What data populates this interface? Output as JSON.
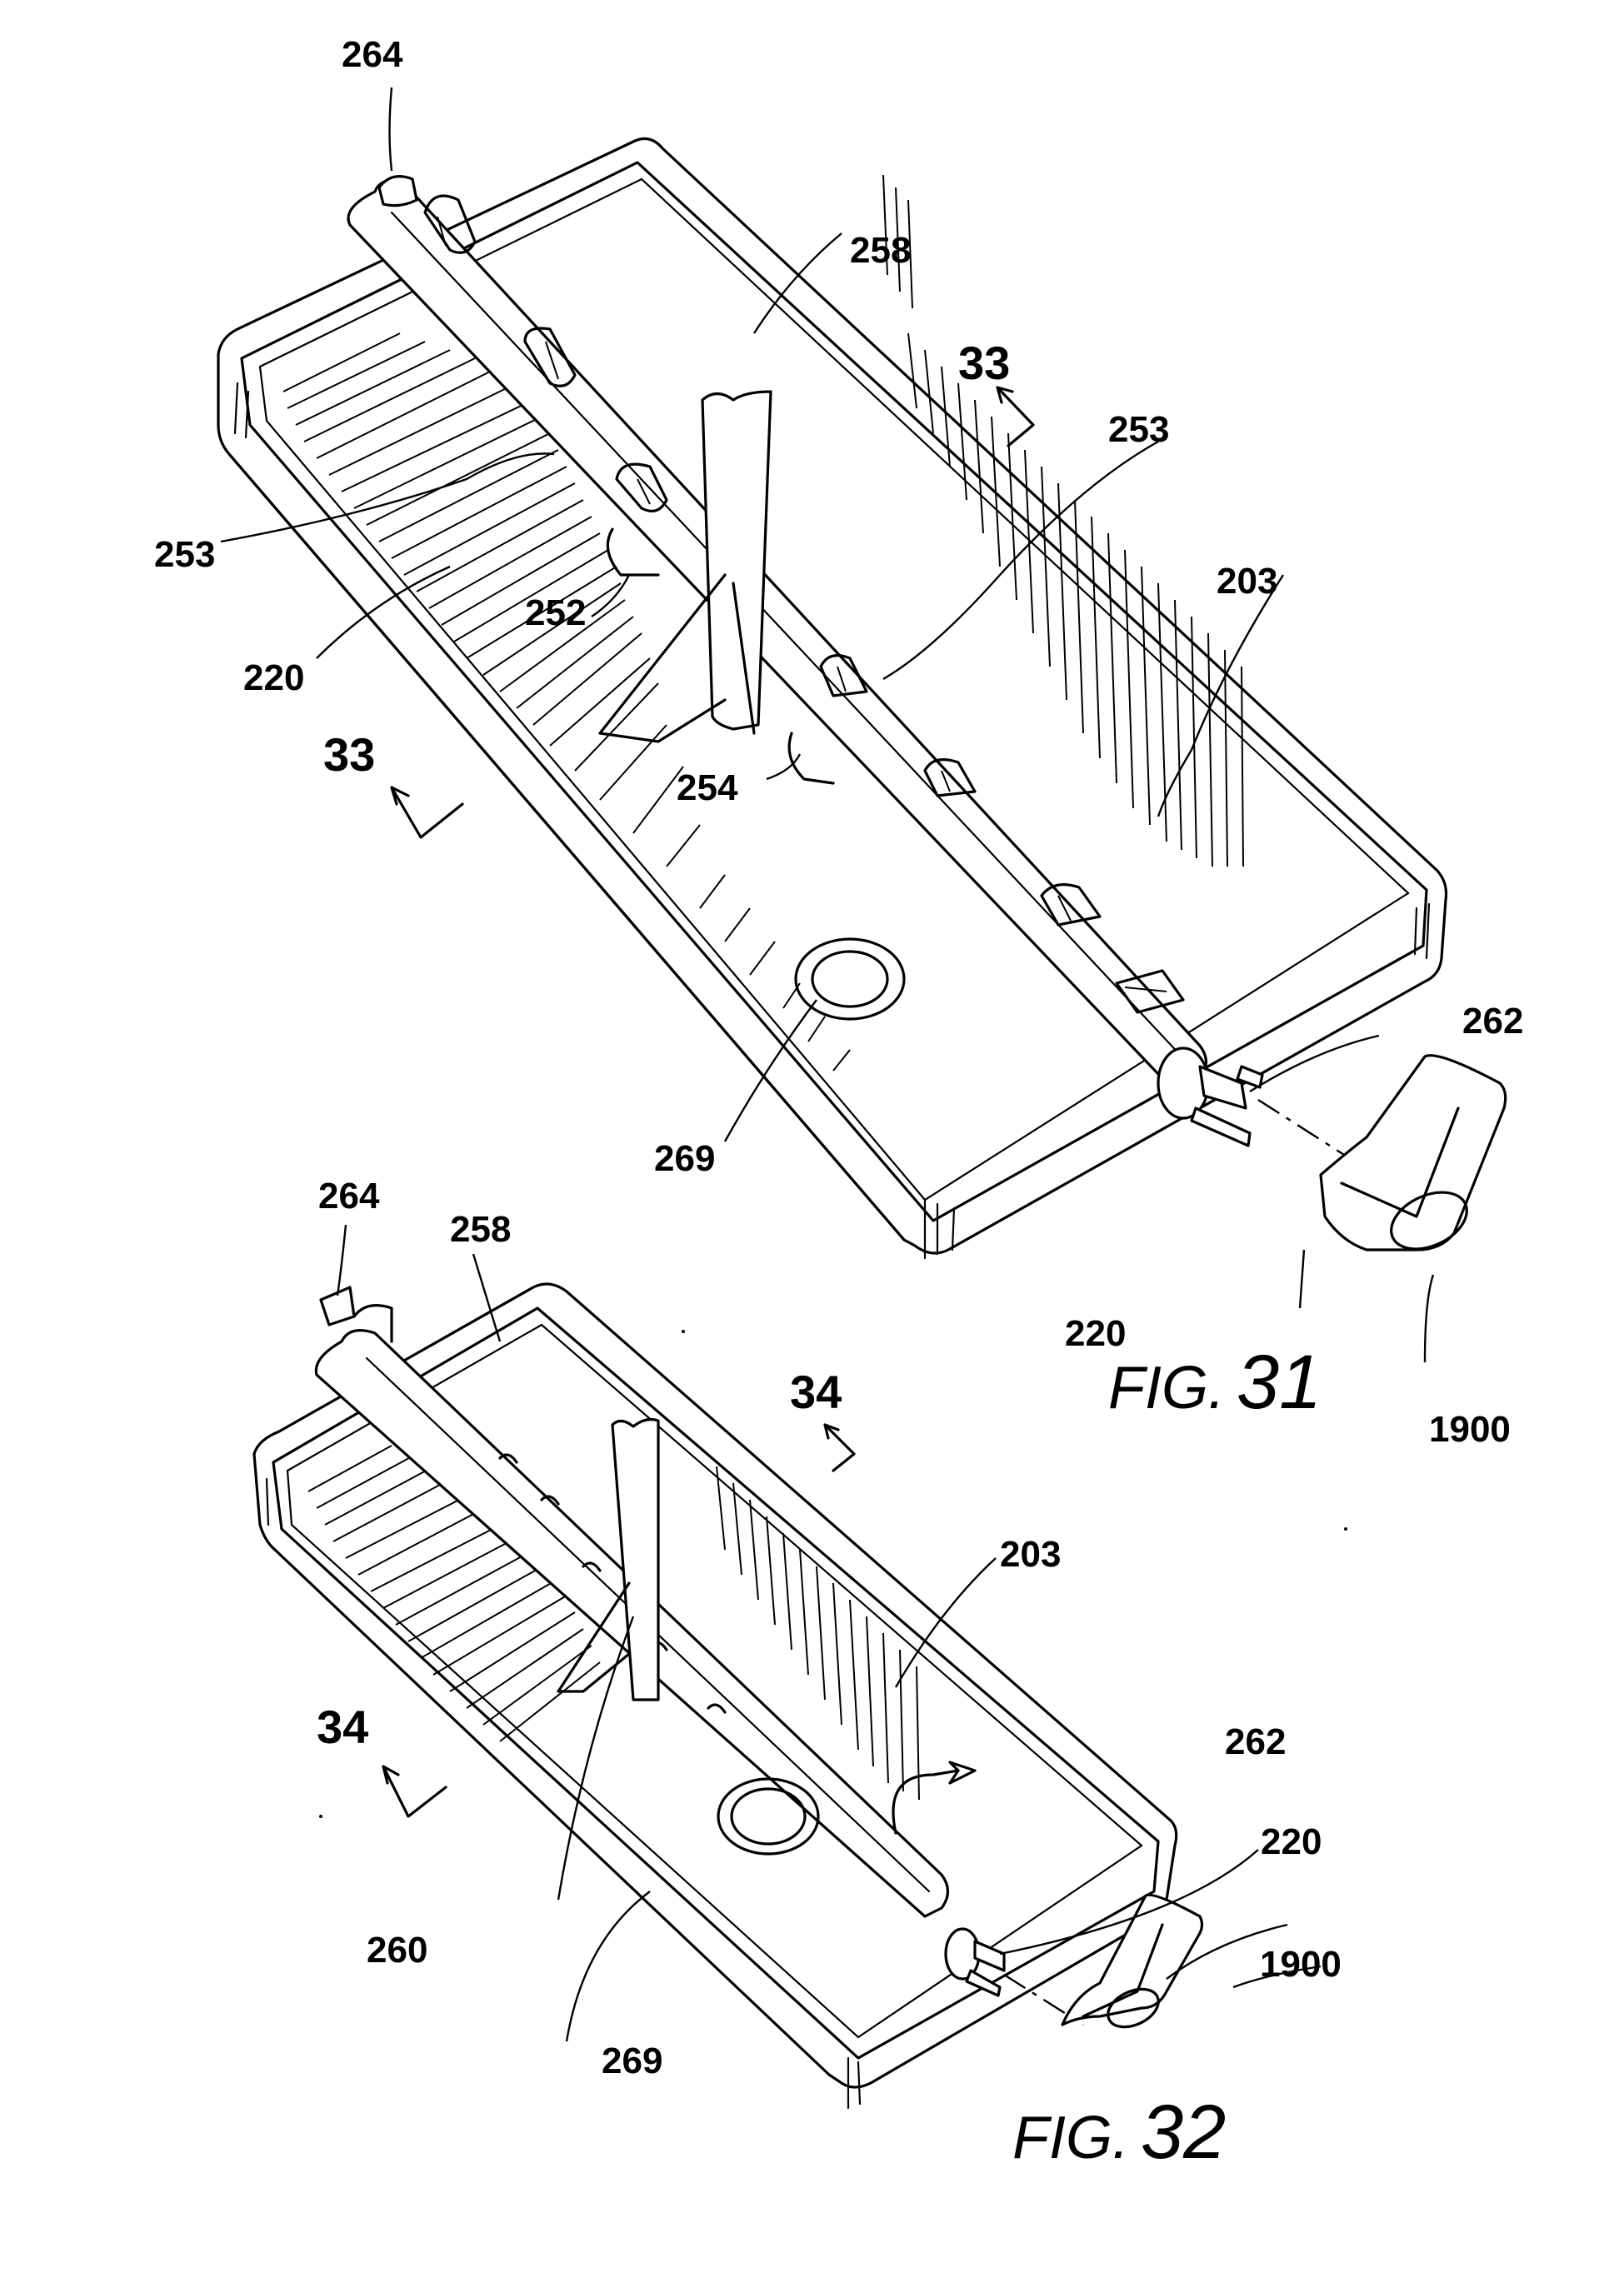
{
  "figures": [
    {
      "id": "fig31",
      "caption": "FIG. 31",
      "caption_prefix": "FIG.",
      "caption_number": "31",
      "section_marks": [
        "33",
        "33"
      ],
      "reference_labels": {
        "r264": "264",
        "r258": "258",
        "r253_left": "253",
        "r253_right": "253",
        "r252": "252",
        "r220_left": "220",
        "r220_bottom": "220",
        "r203": "203",
        "r254": "254",
        "r269": "269",
        "r262": "262",
        "r1900": "1900"
      }
    },
    {
      "id": "fig32",
      "caption": "FIG. 32",
      "caption_prefix": "FIG.",
      "caption_number": "32",
      "section_marks": [
        "34",
        "34"
      ],
      "reference_labels": {
        "r264": "264",
        "r258": "258",
        "r203": "203",
        "r260": "260",
        "r262": "262",
        "r220": "220",
        "r1900": "1900",
        "r269": "269"
      }
    }
  ],
  "colors": {
    "ink": "#000000",
    "paper": "#ffffff"
  }
}
